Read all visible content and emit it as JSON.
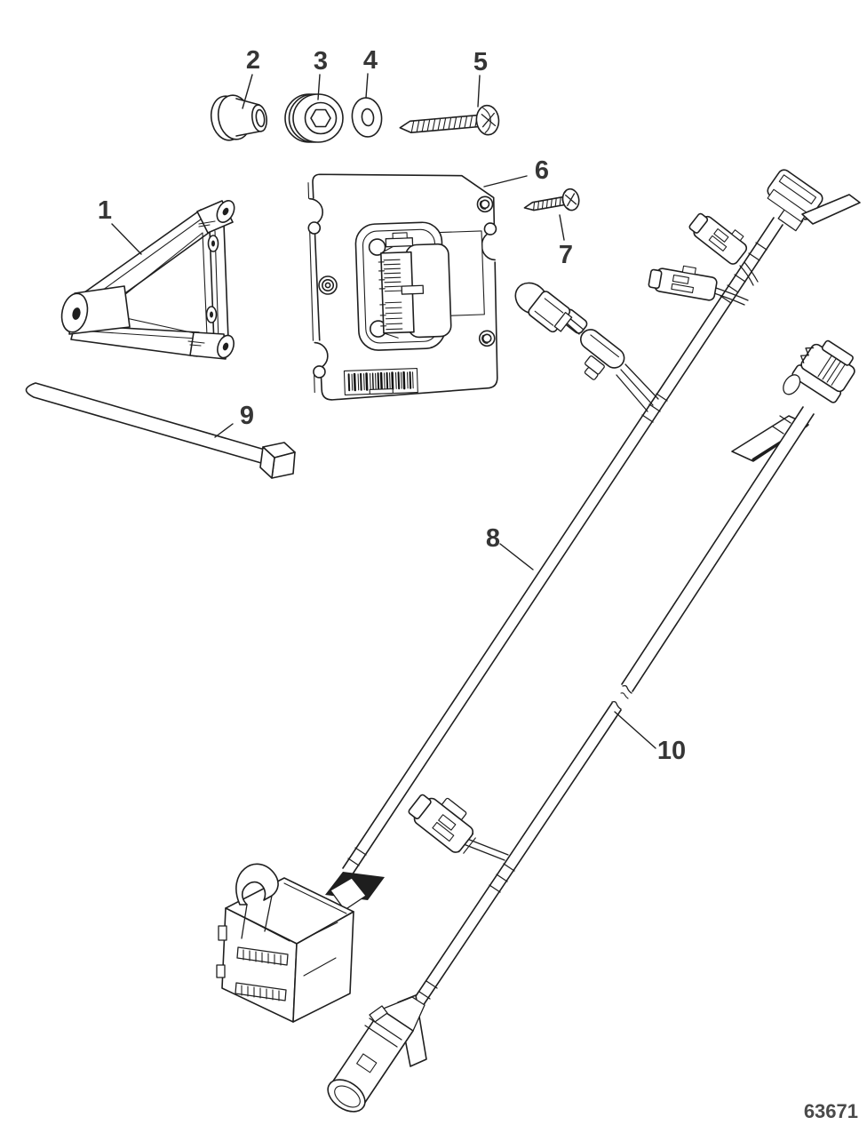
{
  "diagram": {
    "drawing_number": "63671",
    "background_color": "#ffffff",
    "line_color": "#1f1f1f",
    "label_color": "#363636",
    "dark_flag_color": "#1e1e1e",
    "barcode_color": "#111111",
    "callouts": [
      {
        "label": "1",
        "part": "mounting-bracket"
      },
      {
        "label": "2",
        "part": "bushing"
      },
      {
        "label": "3",
        "part": "plug"
      },
      {
        "label": "4",
        "part": "washer"
      },
      {
        "label": "5",
        "part": "screw-long"
      },
      {
        "label": "6",
        "part": "module-mounting-plate"
      },
      {
        "label": "7",
        "part": "screw-short"
      },
      {
        "label": "8",
        "part": "wiring-harness"
      },
      {
        "label": "9",
        "part": "cable-tie"
      },
      {
        "label": "10",
        "part": "wiring-harness-extension"
      }
    ]
  }
}
